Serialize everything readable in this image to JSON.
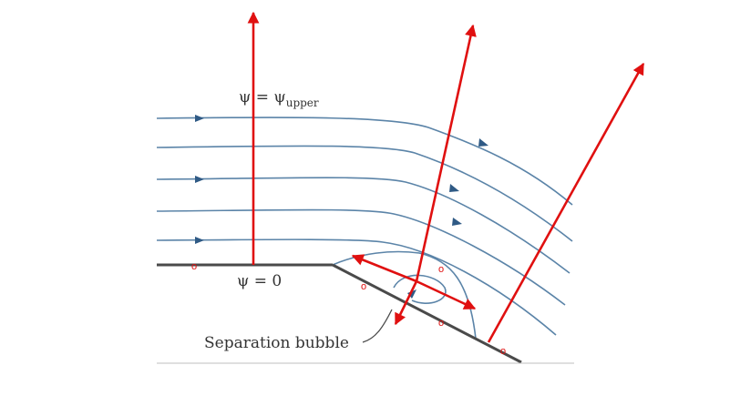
{
  "diagram": {
    "label_psi_upper_main": "ψ = ψ",
    "label_psi_upper_sub": "upper",
    "label_psi_zero": "ψ = 0",
    "label_separation_bubble": "Separation bubble",
    "point_marker": "o",
    "colors": {
      "streamline": "#5b84a8",
      "wall": "#4a4a4a",
      "arrow": "#e01010",
      "text": "#333333"
    }
  }
}
